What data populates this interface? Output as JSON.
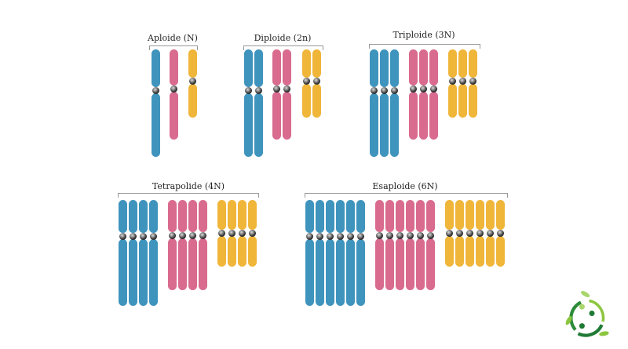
{
  "colors": {
    "blue": "#3f94bd",
    "pink": "#d96b8f",
    "yellow": "#f0b63a"
  },
  "groups": [
    {
      "label": "Aploide (N)",
      "copies": 1
    },
    {
      "label": "Diploide (2n)",
      "copies": 2
    },
    {
      "label": "Triploide (3N)",
      "copies": 3
    },
    {
      "label": "Tetrapolide (4N)",
      "copies": 4
    },
    {
      "label": "Esaploide (6N)",
      "copies": 6
    }
  ],
  "logo": "leaf-circle-logo"
}
